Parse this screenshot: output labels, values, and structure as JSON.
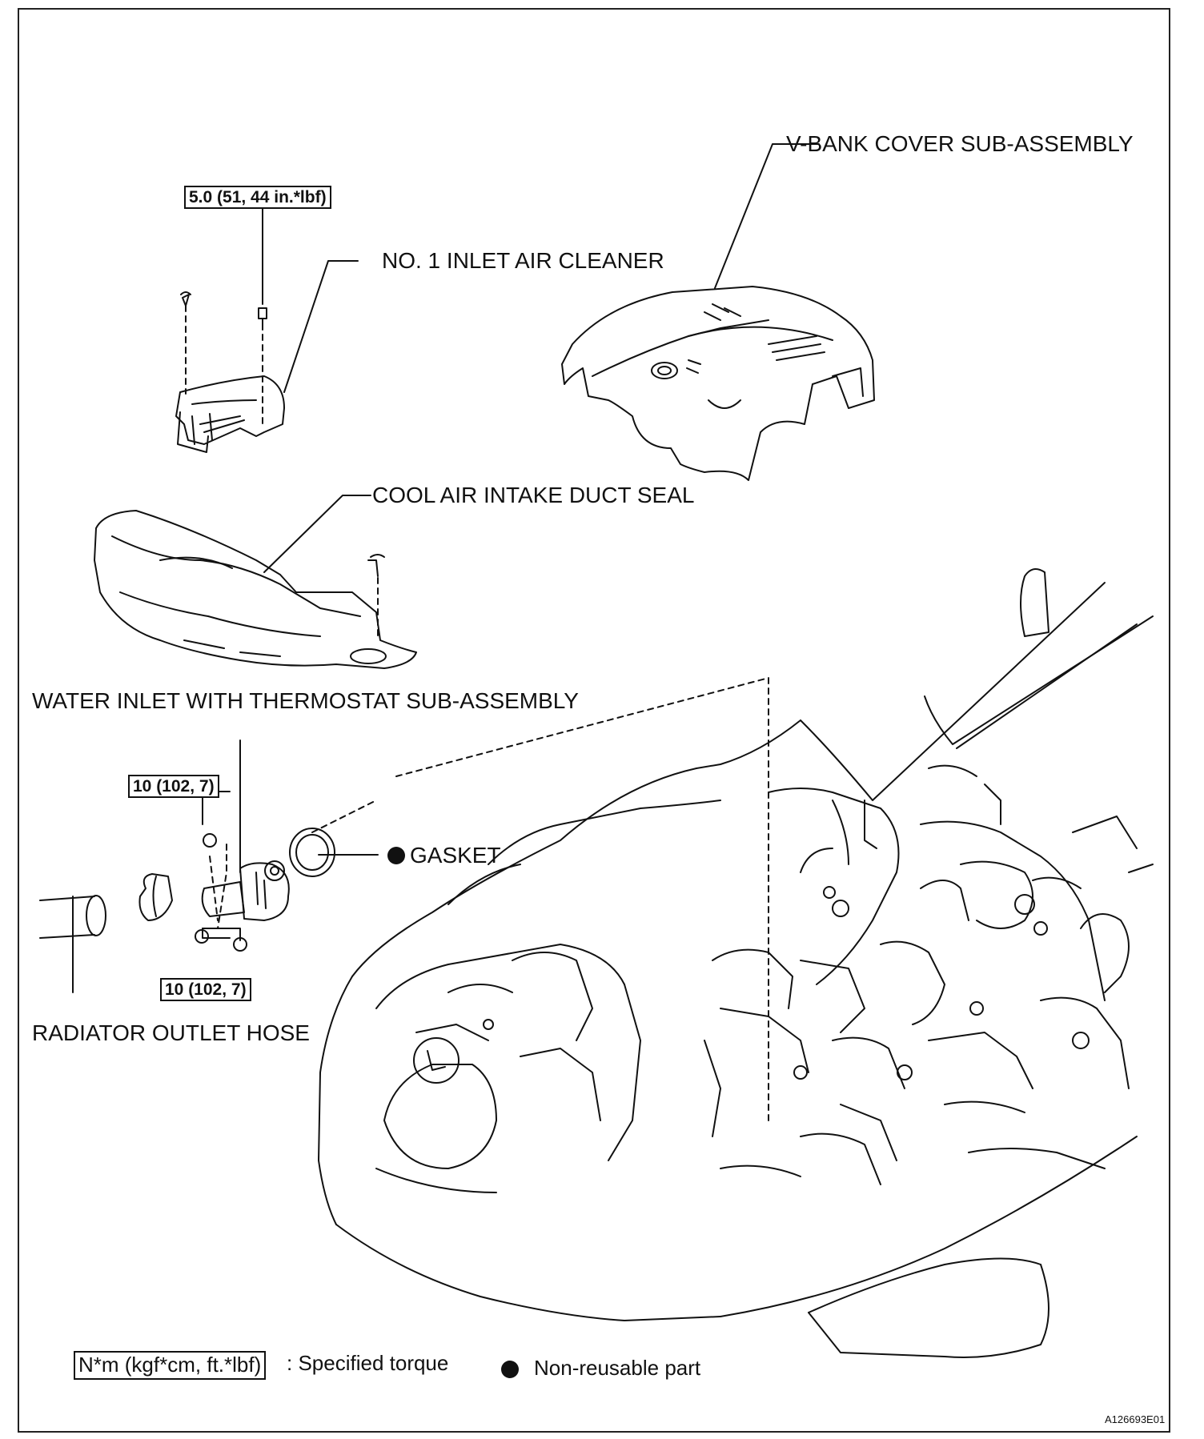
{
  "labels": {
    "v_bank_cover": "V-BANK COVER SUB-ASSEMBLY",
    "inlet_air_cleaner": "NO. 1 INLET AIR CLEANER",
    "cool_air_duct_seal": "COOL AIR INTAKE DUCT SEAL",
    "water_inlet": "WATER INLET WITH THERMOSTAT SUB-ASSEMBLY",
    "gasket": "GASKET",
    "radiator_hose": "RADIATOR OUTLET HOSE"
  },
  "torques": {
    "air_cleaner_bolt": "5.0 (51, 44 in.*lbf)",
    "water_inlet_upper": "10 (102, 7)",
    "water_inlet_lower": "10 (102, 7)"
  },
  "legend": {
    "torque_box": "N*m (kgf*cm, ft.*lbf)",
    "torque_text": ": Specified torque",
    "nonreusable_text": "Non-reusable part"
  },
  "figure_code": "A126693E01"
}
